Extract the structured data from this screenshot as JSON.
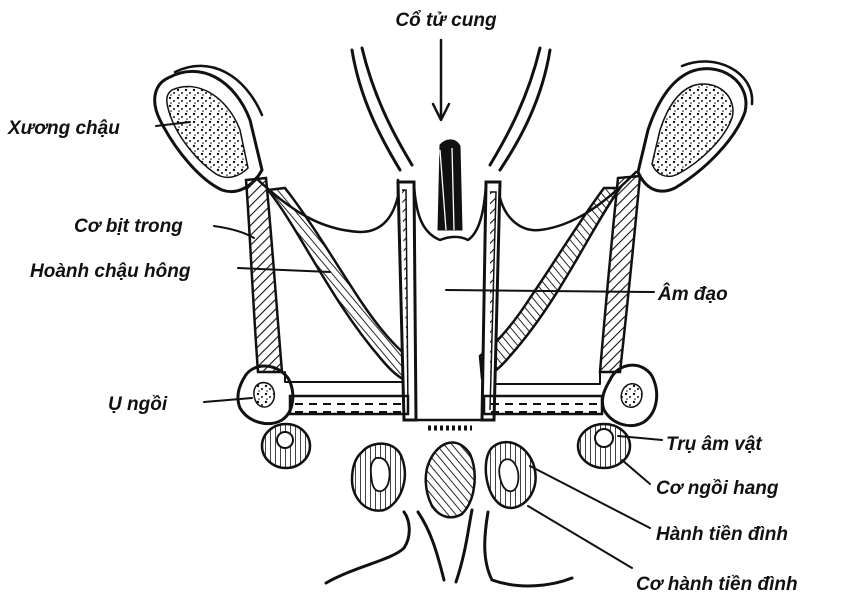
{
  "labels": {
    "cervix": "Cổ tử cung",
    "pelvic_bone": "Xương chậu",
    "obturator_internus": "Cơ bịt trong",
    "pelvic_diaphragm": "Hoành chậu hông",
    "ischial_tuberosity": "Ụ ngồi",
    "vagina": "Âm đạo",
    "clitoral_crus": "Trụ âm vật",
    "ischiocavernosus": "Cơ ngồi hang",
    "vestibular_bulb": "Hành tiền đình",
    "bulbospongiosus": "Cơ hành tiền đình"
  },
  "colors": {
    "ink": "#111111",
    "paper": "#ffffff"
  }
}
